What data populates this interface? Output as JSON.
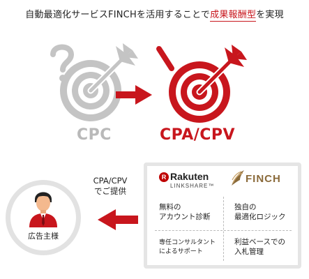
{
  "headline": {
    "prefix": "自動最適化サービスFINCHを活用することで",
    "highlight": "成果報酬型",
    "suffix": "を実現"
  },
  "labels": {
    "cpc": "CPC",
    "cpa": "CPA/CPV"
  },
  "offer": {
    "line1": "CPA/CPV",
    "line2": "でご提供"
  },
  "advertiser": {
    "label": "広告主様"
  },
  "panel": {
    "rakuten_logo": {
      "word": "Rakuten",
      "sub": "LINKSHARE™",
      "mark": "R"
    },
    "finch_logo": {
      "word": "FINCH"
    },
    "features": [
      {
        "line1": "無料の",
        "line2": "アカウント診断"
      },
      {
        "line1": "独自の",
        "line2": "最適化ロジック"
      },
      {
        "line1": "専任コンサルタント",
        "line2": "によるサポート"
      },
      {
        "line1": "利益ベースでの",
        "line2": "入札管理"
      }
    ]
  },
  "colors": {
    "accent_red": "#c8161d",
    "gray_target": "#c4c4c4",
    "panel_border": "#e5e5e5"
  },
  "icons": [
    "question-mark-icon",
    "target-arrow-icon",
    "exclamation-mark-icon",
    "right-arrow-icon",
    "left-arrow-icon",
    "person-icon"
  ]
}
